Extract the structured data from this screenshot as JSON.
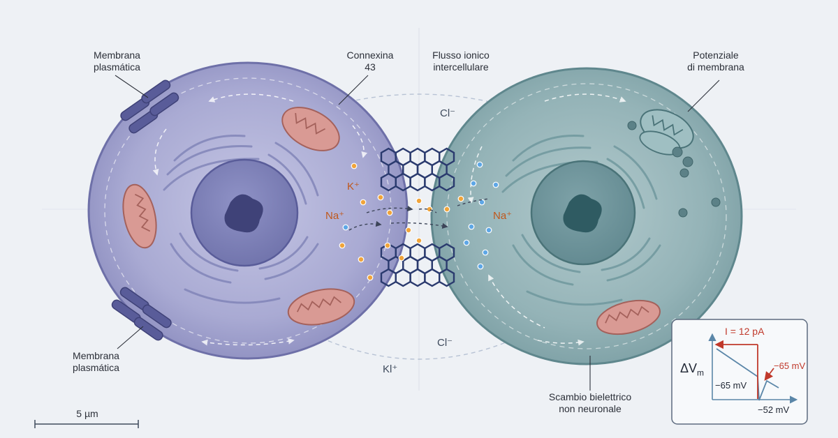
{
  "labels": {
    "membrane_top": [
      "Membrana",
      "plasmática"
    ],
    "membrane_bottom": [
      "Membrana",
      "plasmática"
    ],
    "connexin": [
      "Connexina",
      "43"
    ],
    "ion_flux": [
      "Flusso ionico",
      "intercellulare"
    ],
    "potential": [
      "Potenziale",
      "di membrana"
    ],
    "exchange": [
      "Scambio bielettrico",
      "non neuronale"
    ]
  },
  "ions": {
    "cl_top": "Cl⁻",
    "k_left": "K⁺",
    "na_left": "Na⁺",
    "na_right": "Na⁺",
    "cl_bottom": "Cl⁻",
    "kl_bottom": "Kl⁺"
  },
  "scale_bar": {
    "label": "5 µm"
  },
  "inset": {
    "current_label": "I = 12 pA",
    "y_axis_label": "ΔV",
    "y_axis_subscript": "m",
    "resting_label": "−65 mV",
    "peak_label": "−65 mV",
    "final_label": "−52 mV"
  },
  "colors": {
    "background": "#eef1f5",
    "left_cell": "#a5a7cf",
    "right_cell": "#8fb0b4",
    "connexon": "#2a3a6e",
    "mitochondria": "#d99a94",
    "k_ion": "#f0a43a",
    "na_ion": "#5ea7e6",
    "inset_trace": "#5a86a8",
    "inset_current": "#c0392b"
  }
}
